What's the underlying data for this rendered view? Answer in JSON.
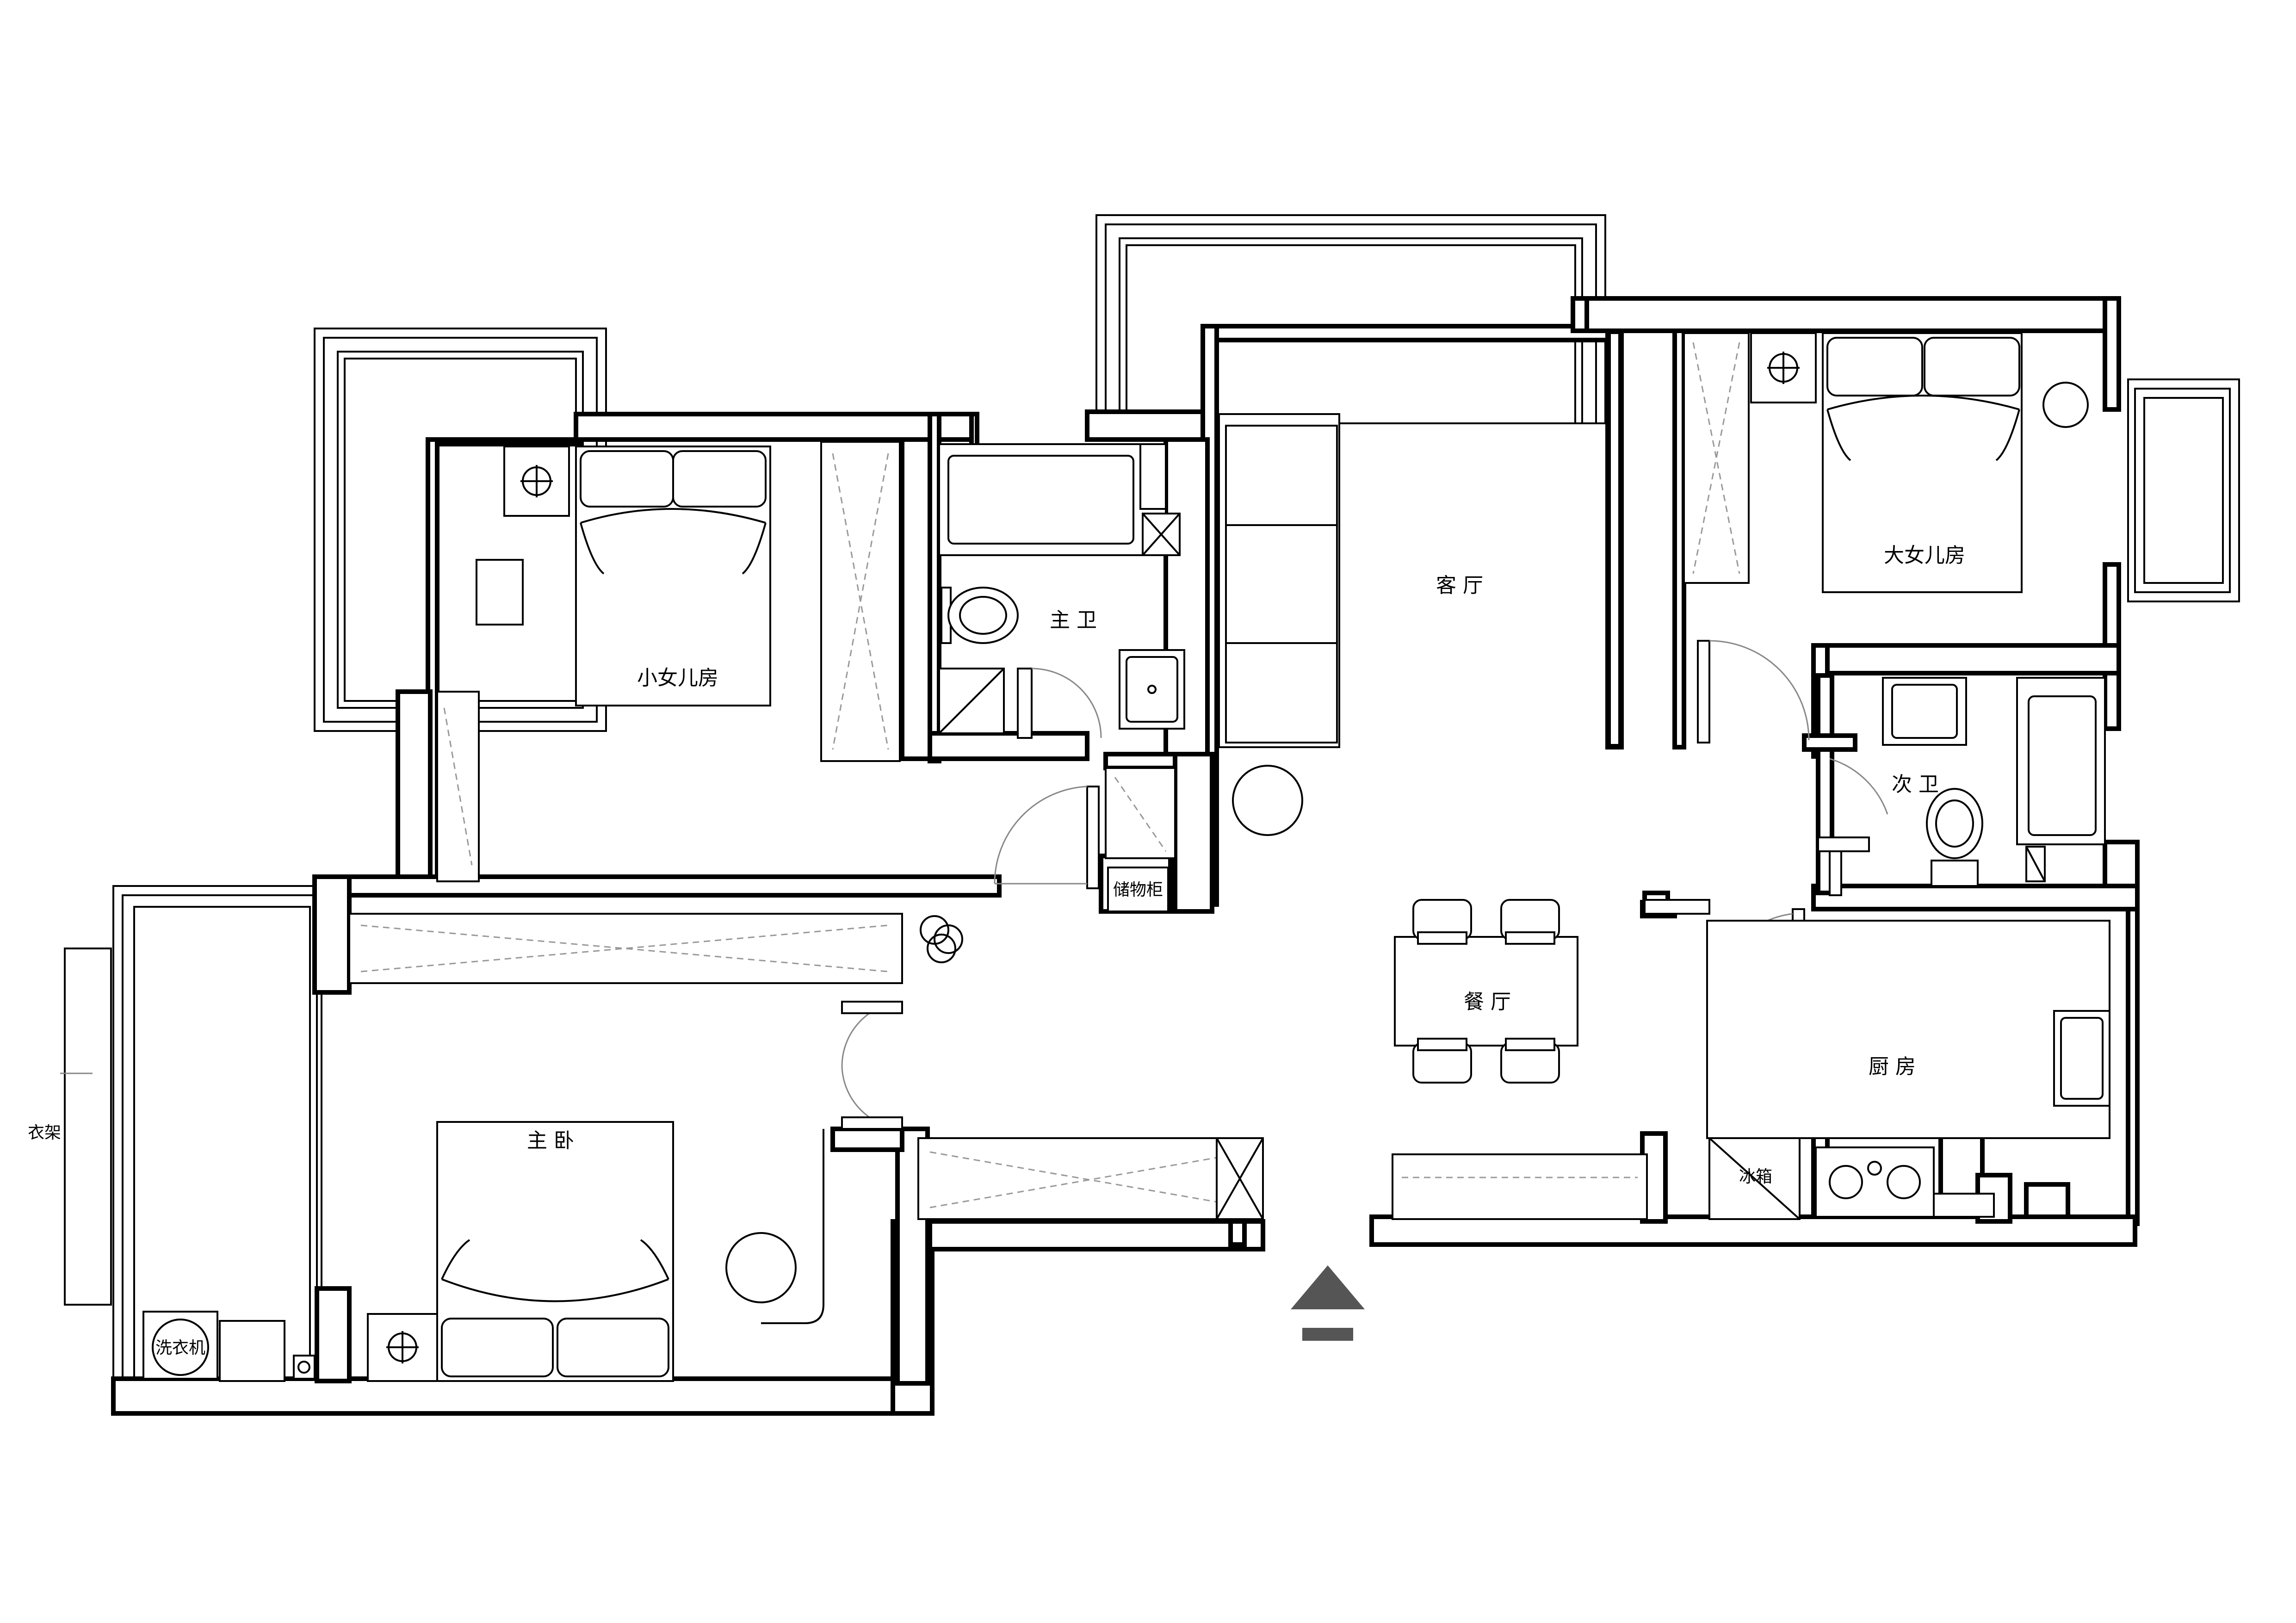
{
  "rooms": {
    "living_room": "客 厅",
    "dining_room": "餐 厅",
    "kitchen": "厨 房",
    "master_bedroom": "主 卧",
    "master_bath": "主 卫",
    "second_bath": "次 卫",
    "small_daughter_room": "小女儿房",
    "big_daughter_room": "大女儿房"
  },
  "fixtures": {
    "washing_machine": "洗衣机",
    "fridge": "冰箱",
    "storage": "储物柜",
    "drying_rack": "衣架"
  },
  "colors": {
    "wall": "#000000",
    "background": "#ffffff",
    "entrance_marker": "#555555"
  },
  "icons": [
    "entrance-arrow-icon",
    "bed-icon",
    "toilet-icon",
    "sink-icon",
    "bathtub-icon",
    "stove-icon",
    "lamp-icon",
    "table-icon",
    "chair-icon"
  ]
}
